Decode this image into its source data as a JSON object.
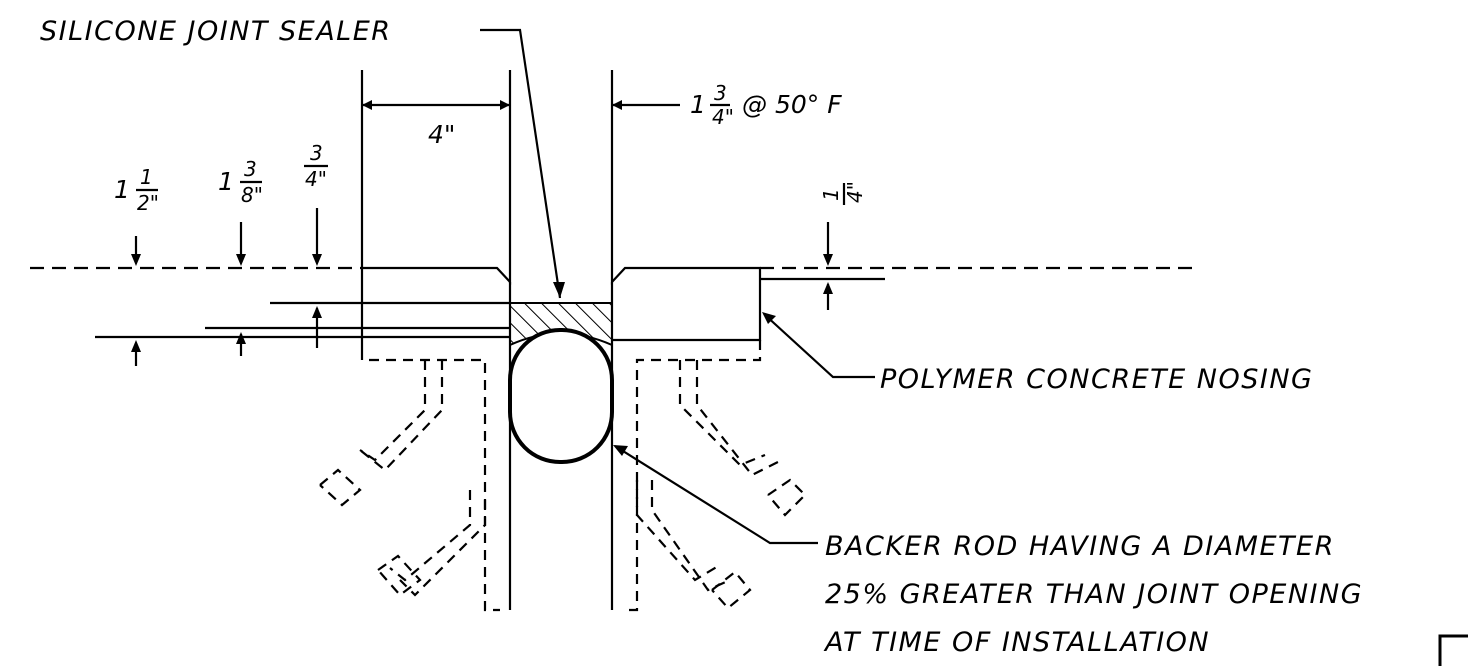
{
  "labels": {
    "silicone_sealer": "SILICONE JOINT SEALER",
    "opening_whole": "1",
    "opening_num": "3",
    "opening_den": "4\"",
    "opening_suffix": "@ 50° F",
    "width_4in": "4\"",
    "dim_a_whole": "1",
    "dim_a_num": "1",
    "dim_a_den": "2\"",
    "dim_b_whole": "1",
    "dim_b_num": "3",
    "dim_b_den": "8\"",
    "dim_c_num": "3",
    "dim_c_den": "4\"",
    "dim_d_num": "1",
    "dim_d_den": "4\"",
    "polymer_nosing": "POLYMER CONCRETE NOSING",
    "backer_line1": "BACKER ROD HAVING A DIAMETER",
    "backer_line2": "25% GREATER THAN JOINT OPENING",
    "backer_line3": "AT TIME OF INSTALLATION"
  }
}
